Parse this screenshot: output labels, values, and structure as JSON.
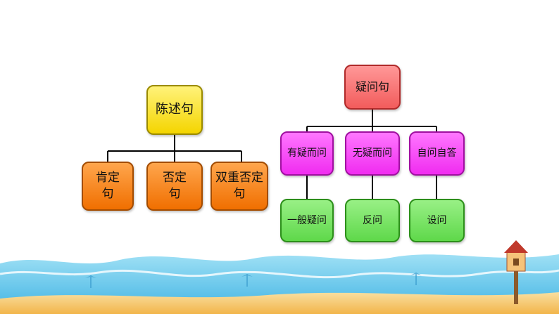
{
  "left_tree": {
    "root": "陈述句",
    "children": [
      "肯定\n句",
      "否定\n句",
      "双重否定\n句"
    ]
  },
  "right_tree": {
    "root": "疑问句",
    "children": [
      "有疑而问",
      "无疑而问",
      "自问自答"
    ],
    "leaves": [
      "一般疑问",
      "反问",
      "设问"
    ]
  },
  "colors": {
    "yellow": "#f4d500",
    "orange": "#f06f00",
    "red": "#f25c5c",
    "pink": "#f02cf0",
    "green": "#5fd84a"
  }
}
